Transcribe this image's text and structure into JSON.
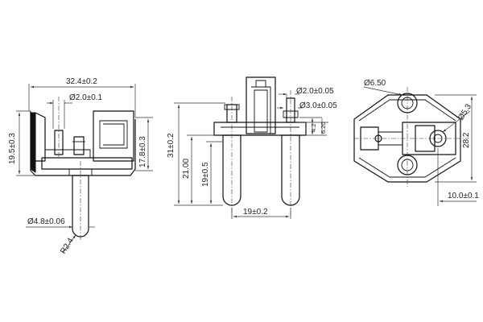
{
  "dimensions": {
    "side": {
      "overall_width": "32.4±0.2",
      "pin_dia": "Ø2.0±0.1",
      "height_left": "19.5±0.3",
      "height_right": "17.8±0.3",
      "pin_body_dia": "Ø4.8±0.06",
      "tip_radius": "R2.4"
    },
    "front": {
      "overall_height": "31±0.2",
      "inner_height": "21.00",
      "pin_length": "19±0.5",
      "pin_spacing": "19±0.2",
      "small_pin_dia": "Ø2.0±0.05",
      "large_pin_dia": "Ø3.0±0.05",
      "step_a": "4.2",
      "step_b": "6.20"
    },
    "top": {
      "hole_dia": "Ø6.50",
      "arc_dia": "Ø5.3",
      "height": "28.2",
      "offset": "10.0±0.1"
    }
  }
}
